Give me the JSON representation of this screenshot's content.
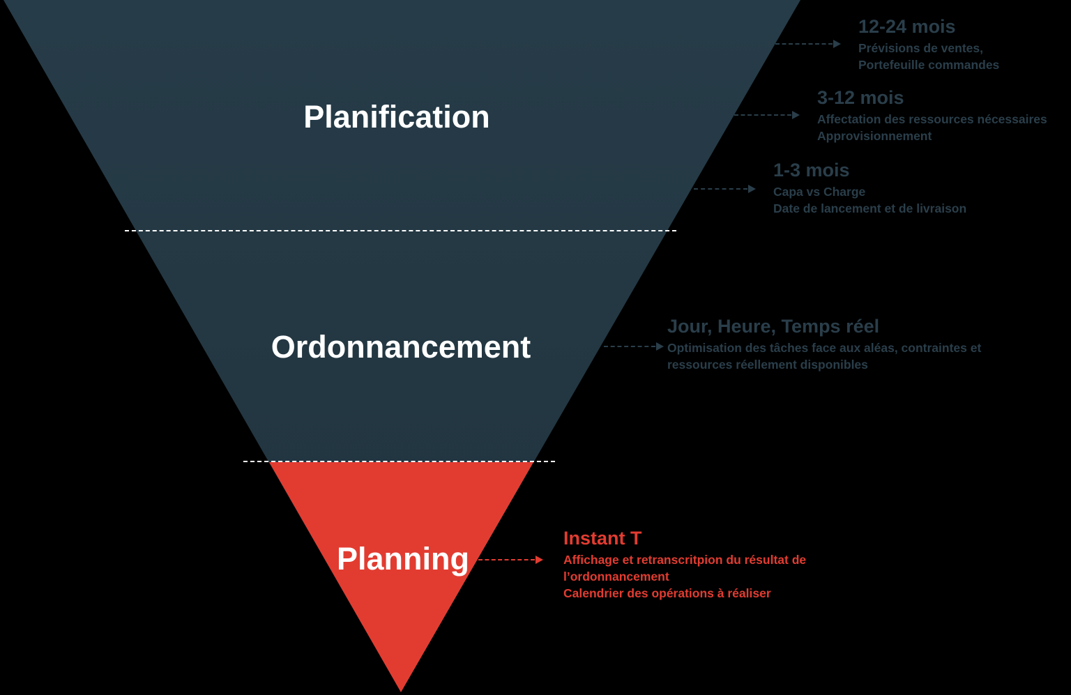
{
  "funnel": {
    "levels": [
      {
        "name": "planification",
        "label": "Planification"
      },
      {
        "name": "ordonnancement",
        "label": "Ordonnancement"
      },
      {
        "name": "planning",
        "label": "Planning"
      }
    ]
  },
  "annotations": [
    {
      "title": "12-24 mois",
      "body": "Prévisions de ventes,\nPortefeuille commandes"
    },
    {
      "title": "3-12 mois",
      "body": "Affectation des ressources nécessaires\nApprovisionnement"
    },
    {
      "title": "1-3 mois",
      "body": "Capa vs Charge\nDate de lancement et de livraison"
    },
    {
      "title": "Jour, Heure, Temps réel",
      "body": "Optimisation des tâches face aux aléas, contraintes et\nressources réellement disponibles"
    },
    {
      "title": "Instant T",
      "body": "Affichage et retranscritpion du résultat de\nl’ordonnancement\nCalendrier des opérations à réaliser"
    }
  ],
  "colors": {
    "background": "#000000",
    "funnel_dark": "#243843",
    "funnel_red": "#e23c31",
    "annotation_text": "#2a3e4a",
    "annotation_red_text": "#e23c31",
    "level_label_text": "#ffffff",
    "separator": "#fdfdfd"
  }
}
